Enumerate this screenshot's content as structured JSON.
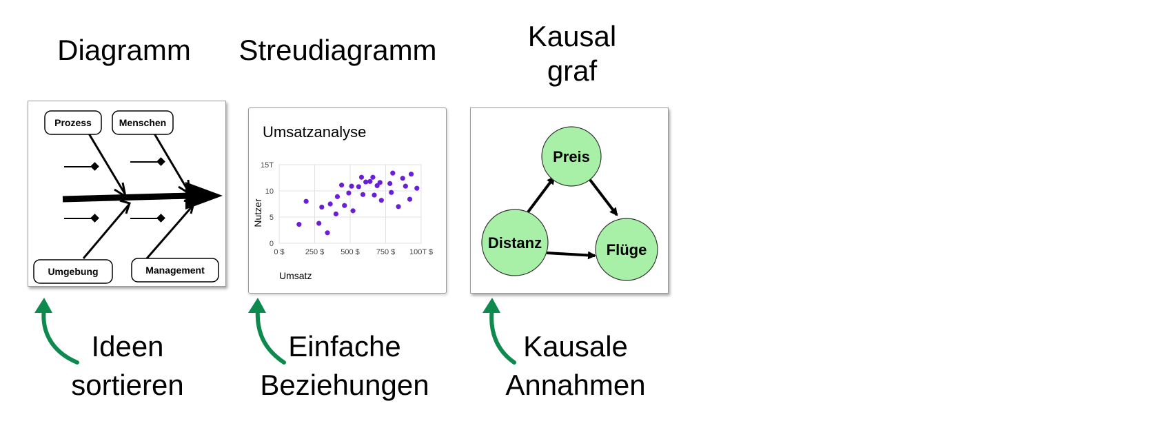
{
  "headings": {
    "fishbone": "Diagramm",
    "scatter": "Streudiagramm",
    "causal": "Kausal\ngraf"
  },
  "fishbone": {
    "labels": [
      "Prozess",
      "Menschen",
      "Umgebung",
      "Management"
    ]
  },
  "chart_data": {
    "type": "scatter",
    "title": "Umsatzanalyse",
    "xlabel": "Umsatz",
    "ylabel": "Nutzer",
    "x_ticks": [
      "0 $",
      "250 $",
      "500 $",
      "750 $",
      "100T $"
    ],
    "y_ticks": [
      "0",
      "5",
      "10",
      "15T"
    ],
    "xlim": [
      0,
      1000
    ],
    "ylim": [
      0,
      15
    ],
    "grid": true,
    "point_color": "#6a1fd6",
    "points": [
      [
        140,
        3.6
      ],
      [
        190,
        8.0
      ],
      [
        280,
        3.8
      ],
      [
        300,
        6.9
      ],
      [
        340,
        2.0
      ],
      [
        360,
        7.5
      ],
      [
        400,
        5.6
      ],
      [
        410,
        8.9
      ],
      [
        440,
        11.1
      ],
      [
        460,
        7.2
      ],
      [
        490,
        9.6
      ],
      [
        510,
        10.9
      ],
      [
        520,
        6.2
      ],
      [
        560,
        10.8
      ],
      [
        580,
        12.6
      ],
      [
        590,
        9.3
      ],
      [
        610,
        11.7
      ],
      [
        640,
        11.8
      ],
      [
        660,
        12.6
      ],
      [
        670,
        9.2
      ],
      [
        690,
        11.0
      ],
      [
        710,
        11.6
      ],
      [
        720,
        8.2
      ],
      [
        780,
        11.4
      ],
      [
        790,
        9.7
      ],
      [
        800,
        13.4
      ],
      [
        840,
        7.0
      ],
      [
        870,
        12.4
      ],
      [
        890,
        10.9
      ],
      [
        920,
        8.4
      ],
      [
        930,
        13.2
      ],
      [
        970,
        10.5
      ]
    ]
  },
  "causal": {
    "nodes": [
      "Preis",
      "Distanz",
      "Flüge"
    ],
    "node_color": "#a8f0a8"
  },
  "captions": {
    "fishbone": "Ideen\nsortieren",
    "scatter": "Einfache\nBeziehungen",
    "causal": "Kausale\nAnnahmen"
  },
  "accent_color": "#0e8a4e"
}
